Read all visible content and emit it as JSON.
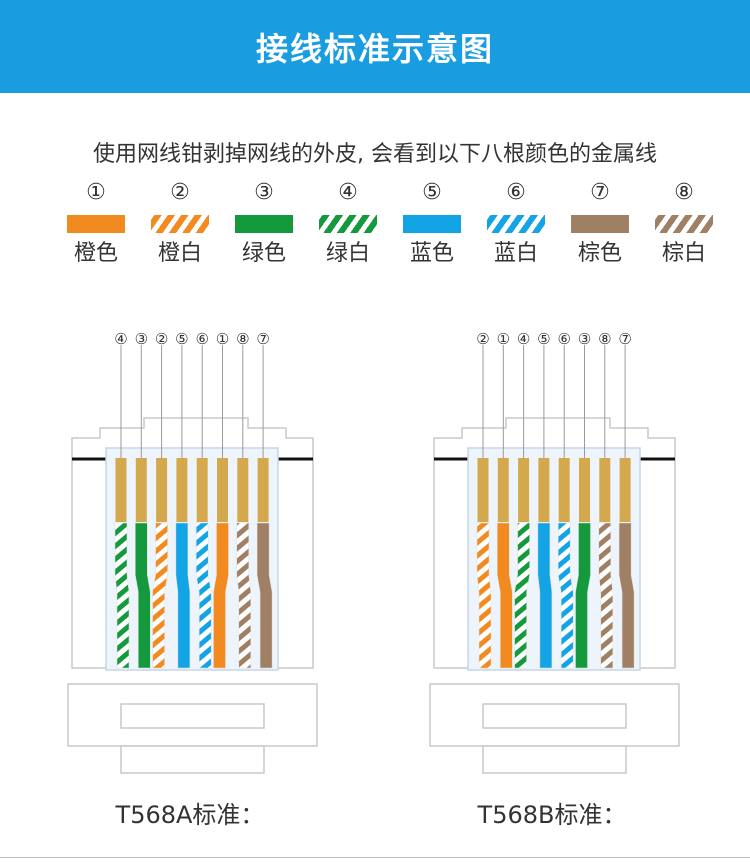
{
  "header": {
    "title": "接线标准示意图"
  },
  "intro": {
    "text": "使用网线钳剥掉网线的外皮, 会看到以下八根颜色的金属线"
  },
  "colors": {
    "orange": "#f28a1f",
    "green": "#149a3c",
    "blue": "#13a4e6",
    "brown": "#a08064",
    "gold": "#d4a94e",
    "header": "#1a9de0"
  },
  "legend": [
    {
      "num": "①",
      "label": "橙色",
      "color": "orange",
      "striped": false
    },
    {
      "num": "②",
      "label": "橙白",
      "color": "orange",
      "striped": true
    },
    {
      "num": "③",
      "label": "绿色",
      "color": "green",
      "striped": false
    },
    {
      "num": "④",
      "label": "绿白",
      "color": "green",
      "striped": true
    },
    {
      "num": "⑤",
      "label": "蓝色",
      "color": "blue",
      "striped": false
    },
    {
      "num": "⑥",
      "label": "蓝白",
      "color": "blue",
      "striped": true
    },
    {
      "num": "⑦",
      "label": "棕色",
      "color": "brown",
      "striped": false
    },
    {
      "num": "⑧",
      "label": "棕白",
      "color": "brown",
      "striped": true
    }
  ],
  "connectors": [
    {
      "caption": "T568A标准：",
      "order": [
        4,
        3,
        2,
        5,
        6,
        1,
        8,
        7
      ],
      "order_labels": [
        "④",
        "③",
        "②",
        "⑤",
        "⑥",
        "①",
        "⑧",
        "⑦"
      ]
    },
    {
      "caption": "T568B标准：",
      "order": [
        2,
        1,
        4,
        5,
        6,
        3,
        8,
        7
      ],
      "order_labels": [
        "②",
        "①",
        "④",
        "⑤",
        "⑥",
        "③",
        "⑧",
        "⑦"
      ]
    }
  ]
}
